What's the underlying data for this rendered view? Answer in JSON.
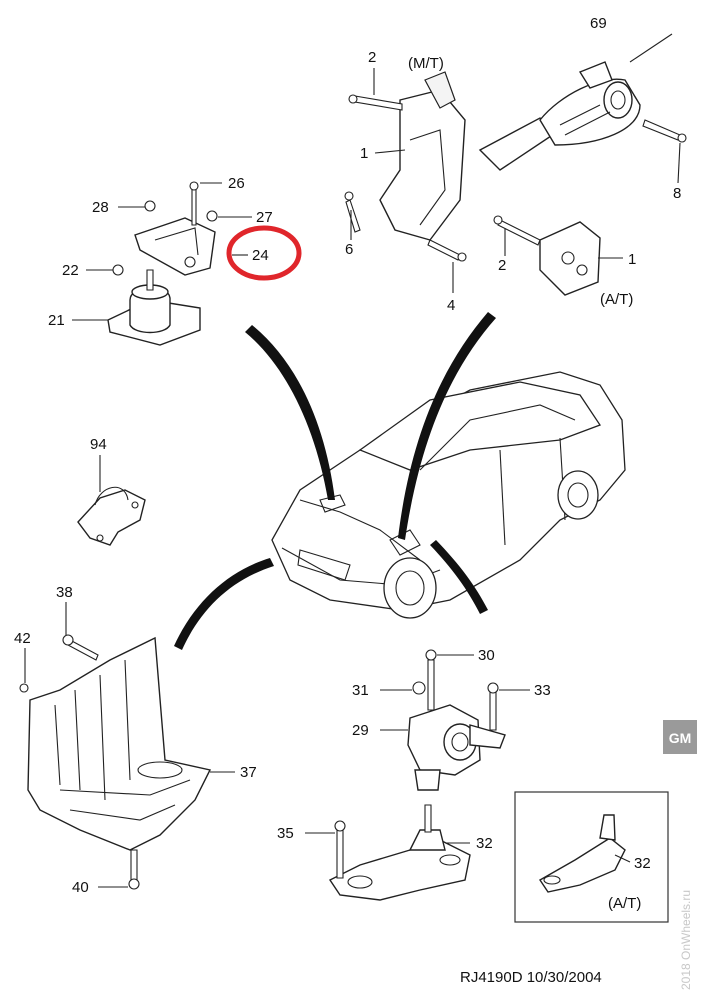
{
  "diagram": {
    "callouts": {
      "c69": "69",
      "c2a": "2",
      "c1a": "1",
      "c6": "6",
      "c4": "4",
      "c8": "8",
      "c2b": "2",
      "c1b": "1",
      "c28": "28",
      "c26": "26",
      "c27": "27",
      "c24": "24",
      "c22": "22",
      "c21": "21",
      "c94": "94",
      "c38": "38",
      "c42": "42",
      "c37": "37",
      "c40": "40",
      "c30": "30",
      "c31": "31",
      "c33": "33",
      "c29": "29",
      "c35": "35",
      "c32a": "32",
      "c32b": "32"
    },
    "labels": {
      "mt": "(M/T)",
      "at_right": "(A/T)",
      "at_inset": "(A/T)"
    },
    "footer": "RJ4190D  10/30/2004",
    "watermark": "2018 OnWheels.ru",
    "highlight_color": "#e0262b",
    "highlighted_callout": "24"
  }
}
